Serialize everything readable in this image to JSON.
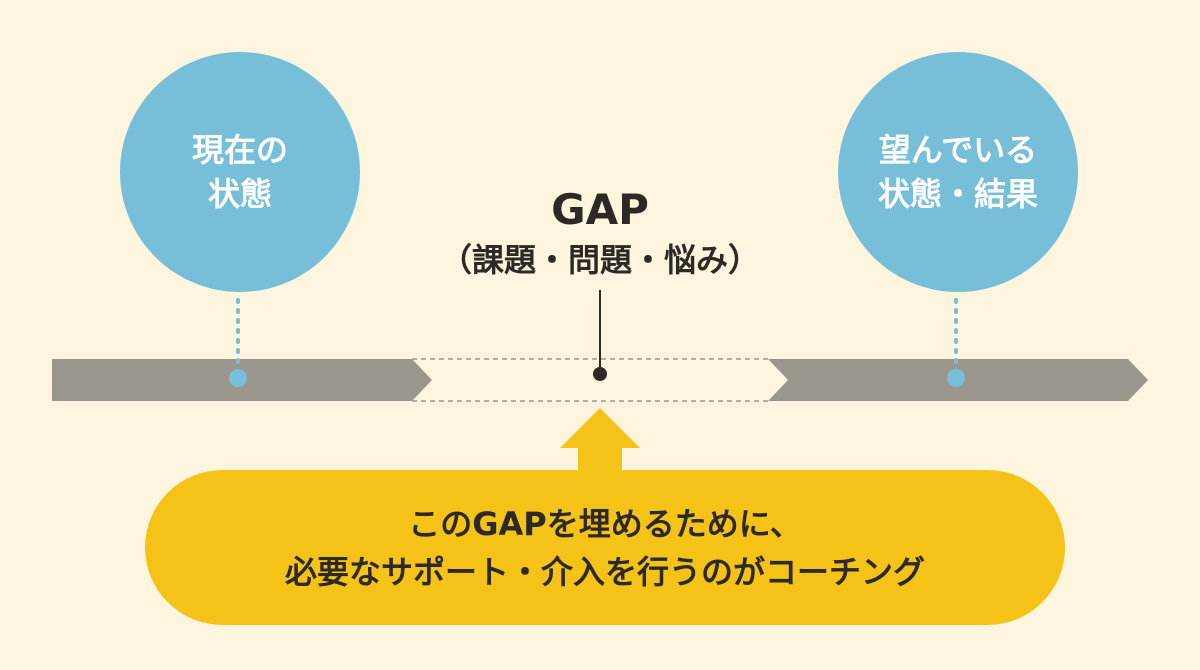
{
  "current_state": {
    "line1": "現在の",
    "line2": "状態"
  },
  "desired_state": {
    "line1": "望んでいる",
    "line2": "状態・結果"
  },
  "gap": {
    "title": "GAP",
    "subtitle": "（課題・問題・悩み）"
  },
  "callout": {
    "line1": "このGAPを埋めるために、",
    "line2": "必要なサポート・介入を行うのがコーチング"
  },
  "colors": {
    "background": "#fdf5de",
    "circle": "#77bfd9",
    "timeline": "#9b968b",
    "callout": "#f5c318",
    "text_dark": "#2d2a26",
    "text_light": "#ffffff"
  }
}
